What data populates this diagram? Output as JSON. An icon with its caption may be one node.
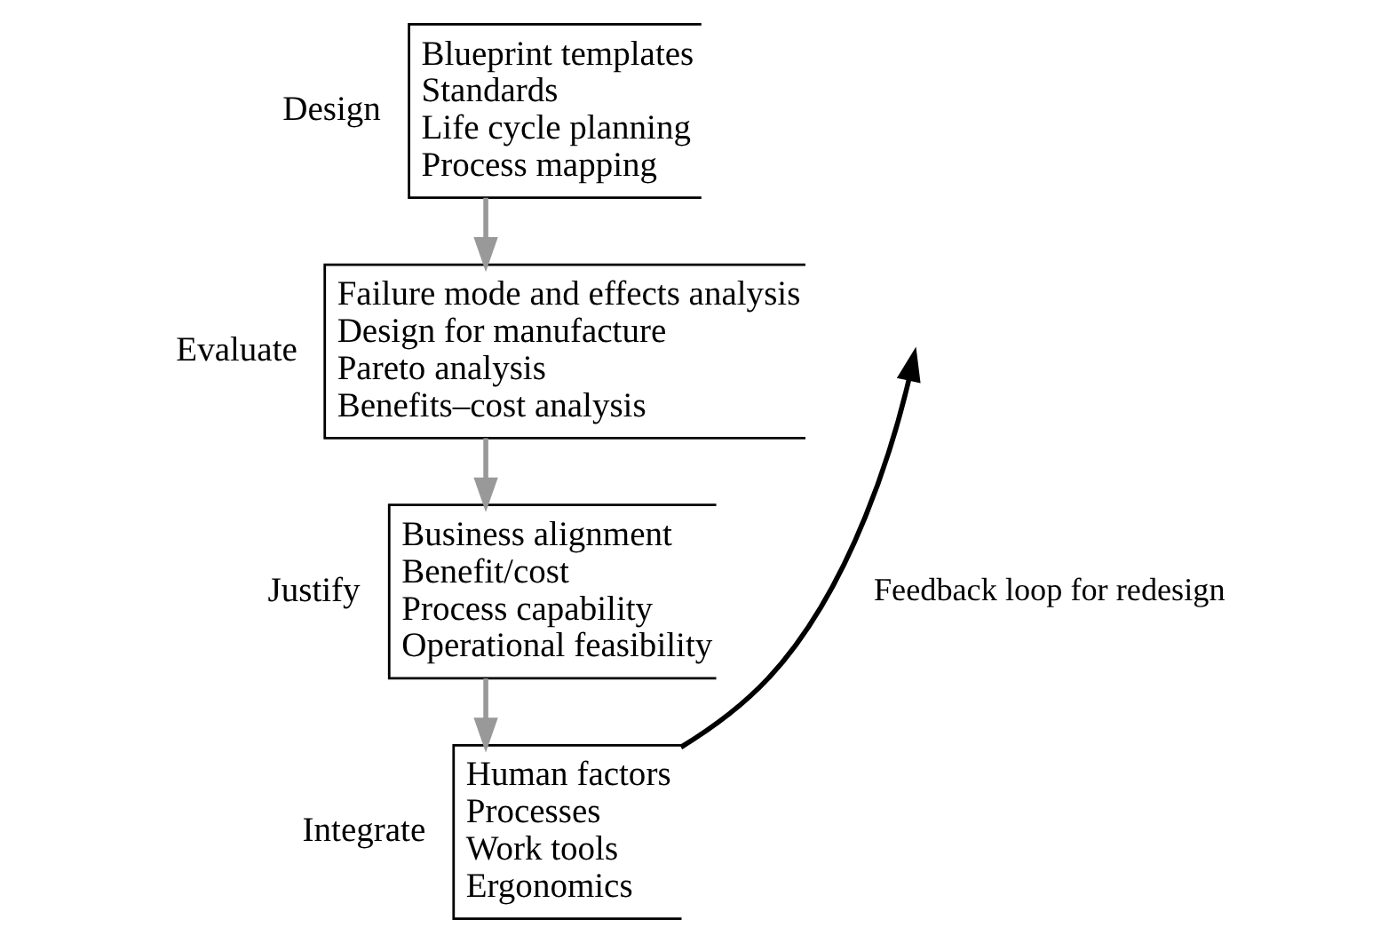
{
  "diagram": {
    "nodes": [
      {
        "text": [
          "Design",
          "Blueprint templates",
          "Standards",
          "Life cycle planning",
          "Process mapping"
        ]
      },
      {
        "text": [
          "Evaluate",
          "Failure mode and effects analysis",
          "Design for manufacture",
          "Pareto analysis",
          "Benefits–cost analysis"
        ]
      },
      {
        "text": [
          "Justify",
          "Business alignment",
          "Benefit/cost",
          "Process capability",
          "Operational feasibility"
        ]
      },
      {
        "text": [
          "Integrate",
          "Human factors",
          "Processes",
          "Work tools",
          "Ergonomics"
        ]
      }
    ],
    "edges": [
      {
        "from": 0,
        "to": 1,
        "arrow": "to"
      },
      {
        "from": 1,
        "to": 2,
        "arrow": "to"
      },
      {
        "from": 2,
        "to": 3,
        "arrow": "to"
      },
      {
        "from": 3,
        "to": null,
        "arrow": "to",
        "label": "Feedback loop for redesign",
        "color": "#000000"
      }
    ]
  }
}
